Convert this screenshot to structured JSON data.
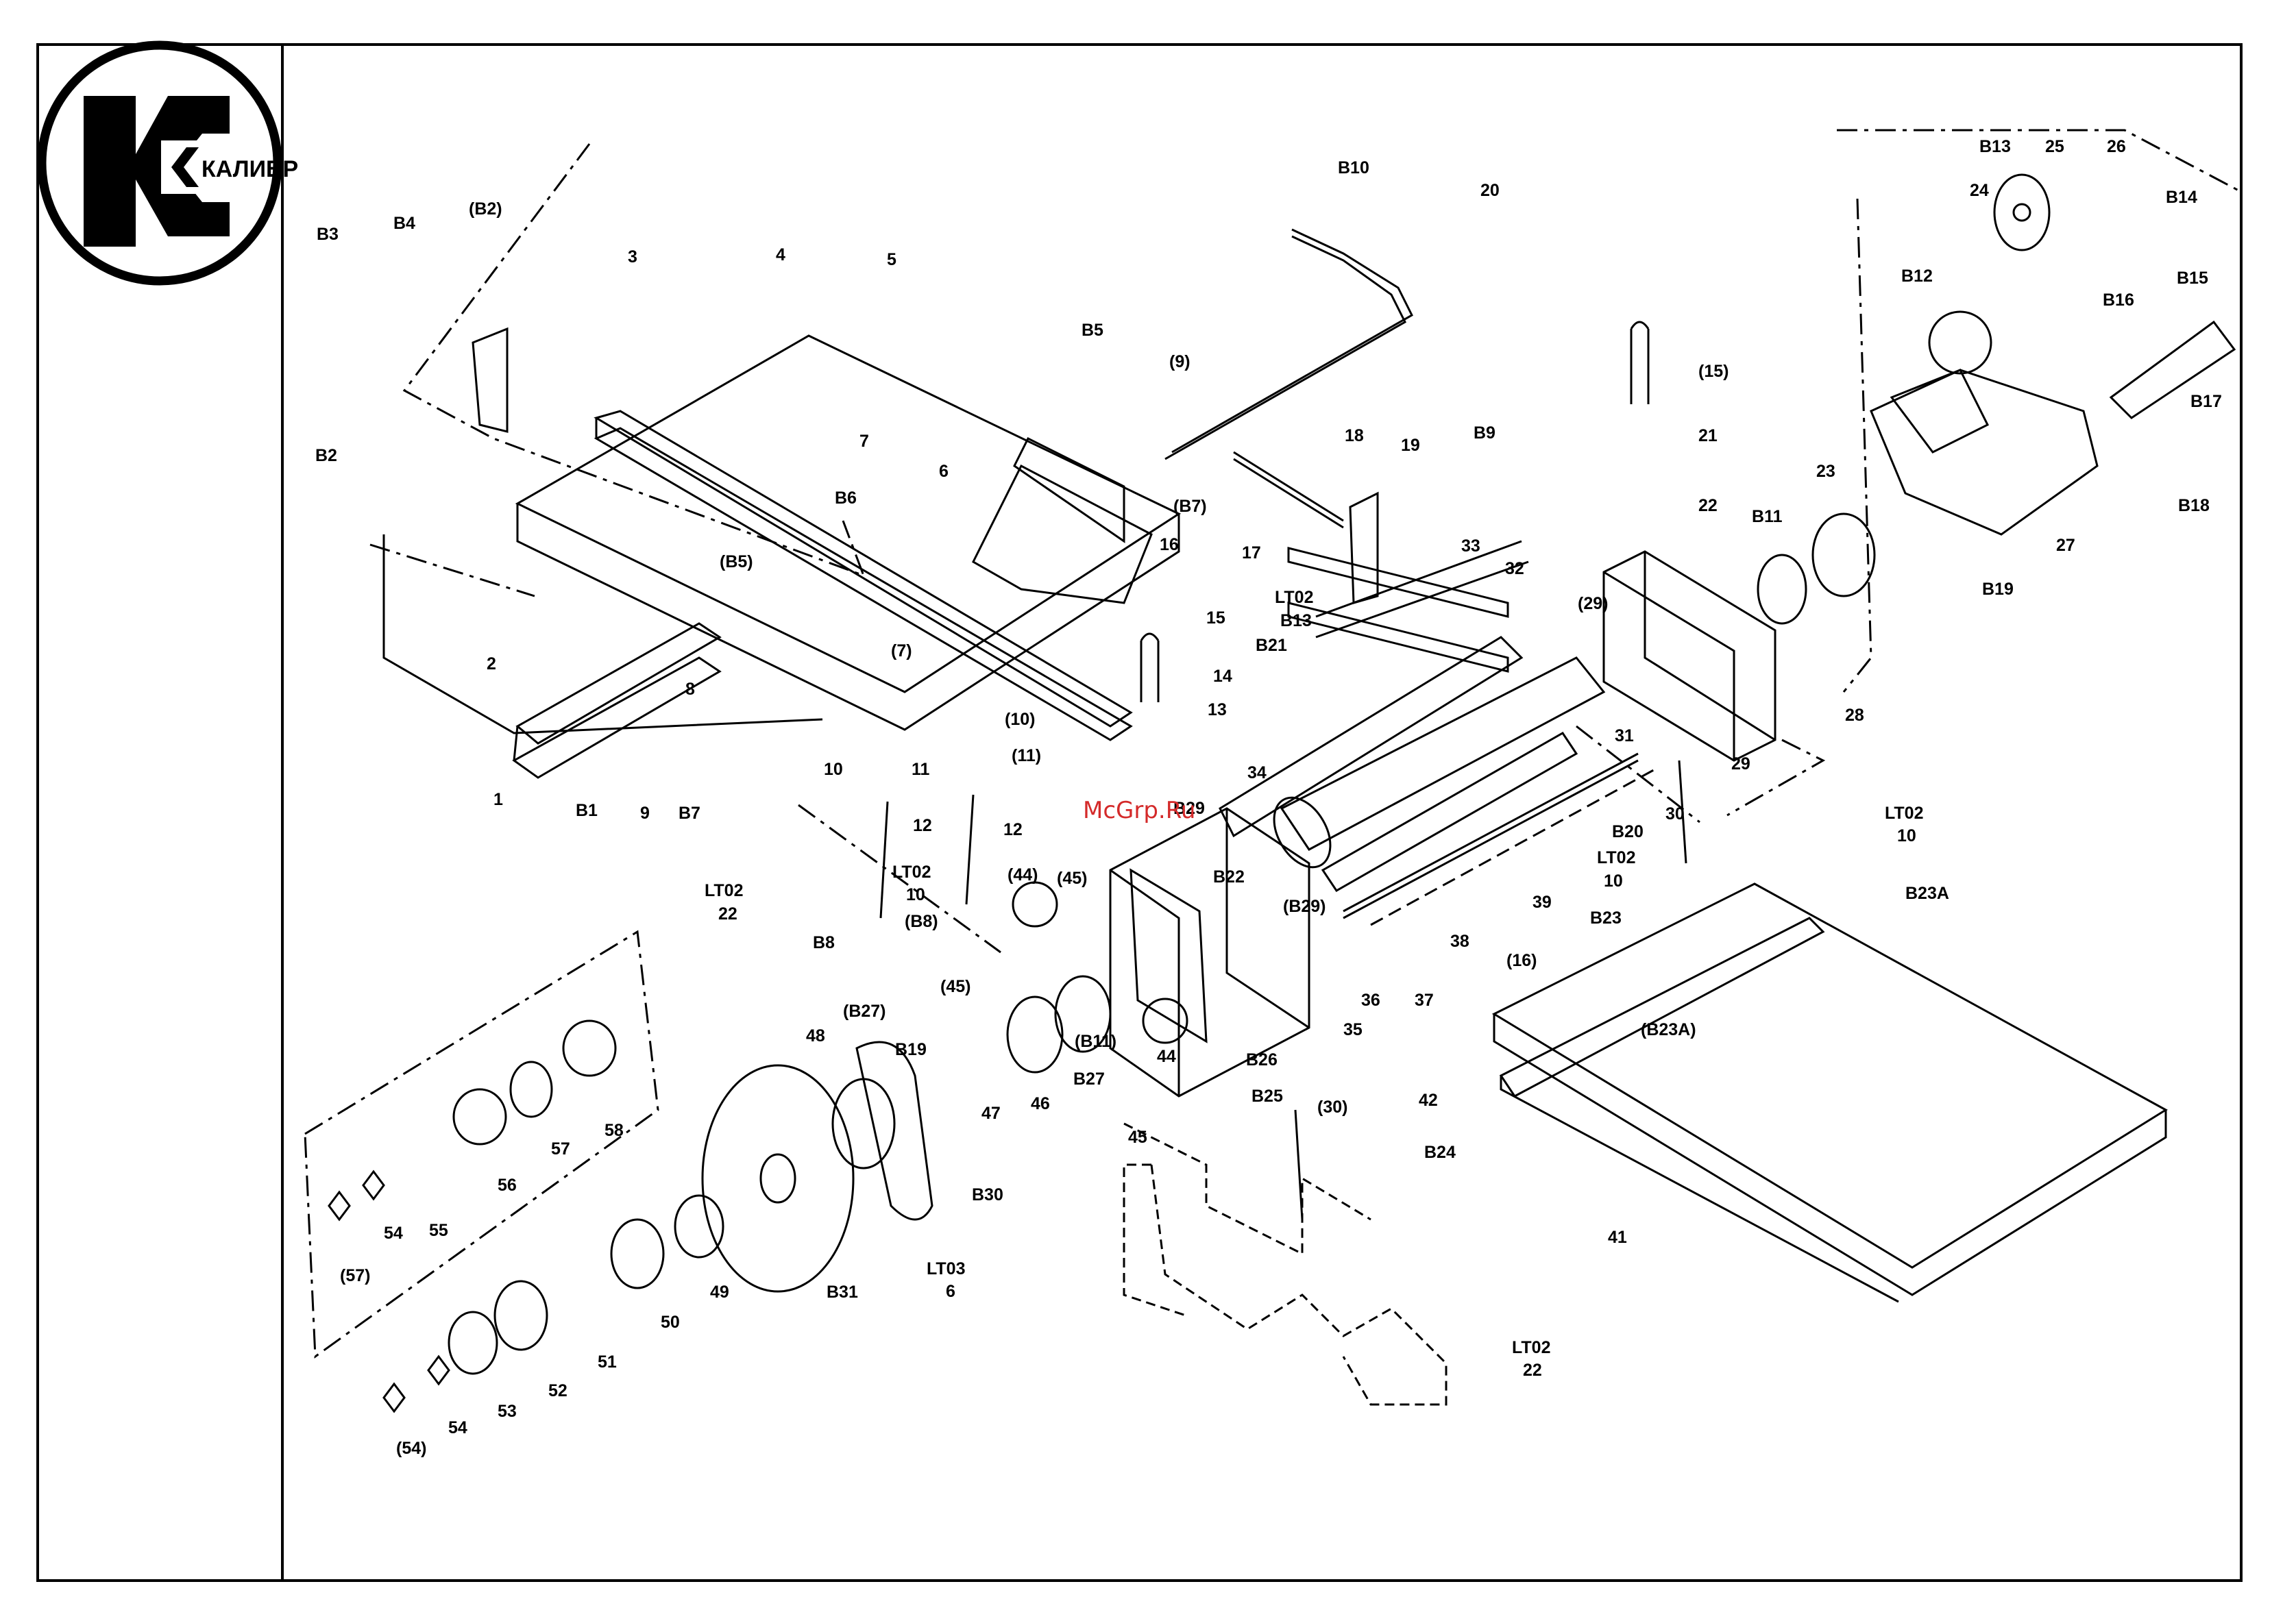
{
  "brand": {
    "logo_text": "КАЛИБР"
  },
  "watermark": "McGrp.Ru",
  "labels": {
    "B10": "B10",
    "n20": "20",
    "B13": "B13",
    "n25": "25",
    "n26": "26",
    "n24": "24",
    "B14": "B14",
    "B15": "B15",
    "B12": "B12",
    "B16": "B16",
    "B17": "B17",
    "B18": "B18",
    "n27": "27",
    "B19r": "B19",
    "n23": "23",
    "B11r": "B11",
    "p15": "(15)",
    "n21": "21",
    "n22": "22",
    "B3": "B3",
    "B4": "B4",
    "pB2": "(B2)",
    "n3": "3",
    "n4": "4",
    "n5": "5",
    "B2": "B2",
    "B5": "B5",
    "p9": "(9)",
    "n7": "7",
    "n6": "6",
    "B6": "B6",
    "n18": "18",
    "n19": "19",
    "B9": "B9",
    "pB7": "(B7)",
    "n16": "16",
    "n17": "17",
    "pB5": "(B5)",
    "LT02a": "LT02",
    "B13b": "B13",
    "n33": "33",
    "n32": "32",
    "p29a": "(29)",
    "n15": "15",
    "B21": "B21",
    "n14": "14",
    "n13": "13",
    "n31": "31",
    "n28": "28",
    "n29": "29",
    "n2": "2",
    "n8": "8",
    "p7": "(7)",
    "p10": "(10)",
    "n10": "10",
    "n11": "11",
    "p11": "(11)",
    "n1": "1",
    "B1": "B1",
    "n9": "9",
    "B7": "B7",
    "n34": "34",
    "B20": "B20",
    "n30": "30",
    "LT02b": "LT02",
    "n10b": "10",
    "n12a": "12",
    "n12b": "12",
    "LT02c": "LT02",
    "n10c": "10",
    "LT02d": "LT02",
    "n22d": "22",
    "B8": "B8",
    "pB8": "(B8)",
    "p44": "(44)",
    "p45": "(45)",
    "B22": "B22",
    "B29": "B29",
    "pB29": "(B29)",
    "n39": "39",
    "n38": "38",
    "LT02e": "LT02",
    "n10e": "10",
    "B23A": "B23A",
    "B23": "B23",
    "p16": "(16)",
    "pB23A": "(B23A)",
    "n36": "36",
    "n37": "37",
    "n35": "35",
    "pB27": "(B27)",
    "p45b": "(45)",
    "B19": "B19",
    "pB11": "(B11)",
    "n44": "44",
    "n48": "48",
    "n47": "47",
    "n46": "46",
    "B27": "B27",
    "n45": "45",
    "B26": "B26",
    "B25": "B25",
    "p30": "(30)",
    "n42": "42",
    "B24": "B24",
    "n41": "41",
    "LT02f": "LT02",
    "n22f": "22",
    "n58": "58",
    "n57": "57",
    "n56": "56",
    "n55": "55",
    "n54": "54",
    "p57": "(57)",
    "B30": "B30",
    "LT03": "LT03",
    "n6b": "6",
    "B31": "B31",
    "n49": "49",
    "n50": "50",
    "n51": "51",
    "n52": "52",
    "n53": "53",
    "n54b": "54",
    "p54": "(54)"
  }
}
